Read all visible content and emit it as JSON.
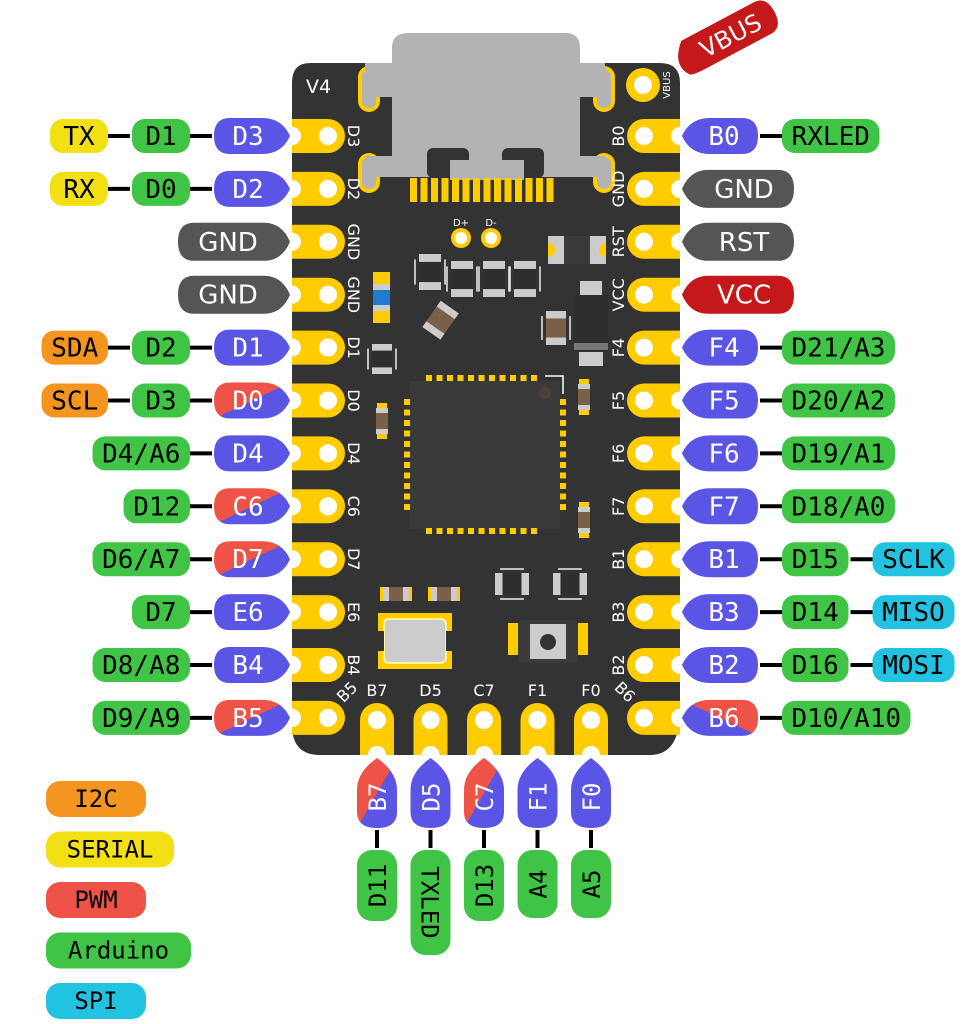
{
  "board": {
    "version_label": "V4",
    "vbus_pad_label": "VBUS",
    "usb_data_labels": [
      "D+",
      "D-"
    ],
    "colors": {
      "pcb": "#333333",
      "pad": "#ffcc00",
      "usb_connector": "#b3b3b3"
    }
  },
  "colors": {
    "port": "#5b55e6",
    "pwm": "#ef5246",
    "arduino": "#3fc446",
    "serial": "#f2e014",
    "i2c": "#f3951f",
    "spi": "#22c3e0",
    "ground": "#555555",
    "power": "#c4181a"
  },
  "vbus_tag": {
    "label": "VBUS",
    "kind": "power"
  },
  "left_pins": [
    {
      "silk": "D3",
      "port": "D3",
      "pwm": false,
      "labels": [
        {
          "text": "D1",
          "kind": "arduino"
        },
        {
          "text": "TX",
          "kind": "serial"
        }
      ]
    },
    {
      "silk": "D2",
      "port": "D2",
      "pwm": false,
      "labels": [
        {
          "text": "D0",
          "kind": "arduino"
        },
        {
          "text": "RX",
          "kind": "serial"
        }
      ]
    },
    {
      "silk": "GND",
      "port": "GND",
      "kind": "ground",
      "labels": []
    },
    {
      "silk": "GND",
      "port": "GND",
      "kind": "ground",
      "labels": []
    },
    {
      "silk": "D1",
      "port": "D1",
      "pwm": false,
      "labels": [
        {
          "text": "D2",
          "kind": "arduino"
        },
        {
          "text": "SDA",
          "kind": "i2c"
        }
      ]
    },
    {
      "silk": "D0",
      "port": "D0",
      "pwm": true,
      "labels": [
        {
          "text": "D3",
          "kind": "arduino"
        },
        {
          "text": "SCL",
          "kind": "i2c"
        }
      ]
    },
    {
      "silk": "D4",
      "port": "D4",
      "pwm": false,
      "labels": [
        {
          "text": "D4/A6",
          "kind": "arduino"
        }
      ]
    },
    {
      "silk": "C6",
      "port": "C6",
      "pwm": true,
      "labels": [
        {
          "text": "D12",
          "kind": "arduino"
        }
      ]
    },
    {
      "silk": "D7",
      "port": "D7",
      "pwm": true,
      "labels": [
        {
          "text": "D6/A7",
          "kind": "arduino"
        }
      ]
    },
    {
      "silk": "E6",
      "port": "E6",
      "pwm": false,
      "labels": [
        {
          "text": "D7",
          "kind": "arduino"
        }
      ]
    },
    {
      "silk": "B4",
      "port": "B4",
      "pwm": false,
      "labels": [
        {
          "text": "D8/A8",
          "kind": "arduino"
        }
      ]
    },
    {
      "silk": "B5",
      "port": "B5",
      "pwm": true,
      "labels": [
        {
          "text": "D9/A9",
          "kind": "arduino"
        }
      ]
    }
  ],
  "right_pins": [
    {
      "silk": "B0",
      "port": "B0",
      "pwm": false,
      "labels": [
        {
          "text": "RXLED",
          "kind": "arduino"
        }
      ]
    },
    {
      "silk": "GND",
      "port": "GND",
      "kind": "ground",
      "labels": []
    },
    {
      "silk": "RST",
      "port": "RST",
      "kind": "ground",
      "labels": []
    },
    {
      "silk": "VCC",
      "port": "VCC",
      "kind": "power",
      "labels": []
    },
    {
      "silk": "F4",
      "port": "F4",
      "pwm": false,
      "labels": [
        {
          "text": "D21/A3",
          "kind": "arduino"
        }
      ]
    },
    {
      "silk": "F5",
      "port": "F5",
      "pwm": false,
      "labels": [
        {
          "text": "D20/A2",
          "kind": "arduino"
        }
      ]
    },
    {
      "silk": "F6",
      "port": "F6",
      "pwm": false,
      "labels": [
        {
          "text": "D19/A1",
          "kind": "arduino"
        }
      ]
    },
    {
      "silk": "F7",
      "port": "F7",
      "pwm": false,
      "labels": [
        {
          "text": "D18/A0",
          "kind": "arduino"
        }
      ]
    },
    {
      "silk": "B1",
      "port": "B1",
      "pwm": false,
      "labels": [
        {
          "text": "D15",
          "kind": "arduino"
        },
        {
          "text": "SCLK",
          "kind": "spi"
        }
      ]
    },
    {
      "silk": "B3",
      "port": "B3",
      "pwm": false,
      "labels": [
        {
          "text": "D14",
          "kind": "arduino"
        },
        {
          "text": "MISO",
          "kind": "spi"
        }
      ]
    },
    {
      "silk": "B2",
      "port": "B2",
      "pwm": false,
      "labels": [
        {
          "text": "D16",
          "kind": "arduino"
        },
        {
          "text": "MOSI",
          "kind": "spi"
        }
      ]
    },
    {
      "silk": "B6",
      "port": "B6",
      "pwm": true,
      "labels": [
        {
          "text": "D10/A10",
          "kind": "arduino"
        }
      ]
    }
  ],
  "bottom_pins": [
    {
      "silk": "B7",
      "port": "B7",
      "pwm": true,
      "labels": [
        {
          "text": "D11",
          "kind": "arduino"
        }
      ]
    },
    {
      "silk": "D5",
      "port": "D5",
      "pwm": false,
      "labels": [
        {
          "text": "TXLED",
          "kind": "arduino"
        }
      ]
    },
    {
      "silk": "C7",
      "port": "C7",
      "pwm": true,
      "labels": [
        {
          "text": "D13",
          "kind": "arduino"
        }
      ]
    },
    {
      "silk": "F1",
      "port": "F1",
      "pwm": false,
      "labels": [
        {
          "text": "A4",
          "kind": "arduino"
        }
      ]
    },
    {
      "silk": "F0",
      "port": "F0",
      "pwm": false,
      "labels": [
        {
          "text": "A5",
          "kind": "arduino"
        }
      ]
    }
  ],
  "legend": [
    {
      "label": "I2C",
      "kind": "i2c"
    },
    {
      "label": "SERIAL",
      "kind": "serial"
    },
    {
      "label": "PWM",
      "kind": "pwm"
    },
    {
      "label": "Arduino",
      "kind": "arduino"
    },
    {
      "label": "SPI",
      "kind": "spi"
    }
  ]
}
